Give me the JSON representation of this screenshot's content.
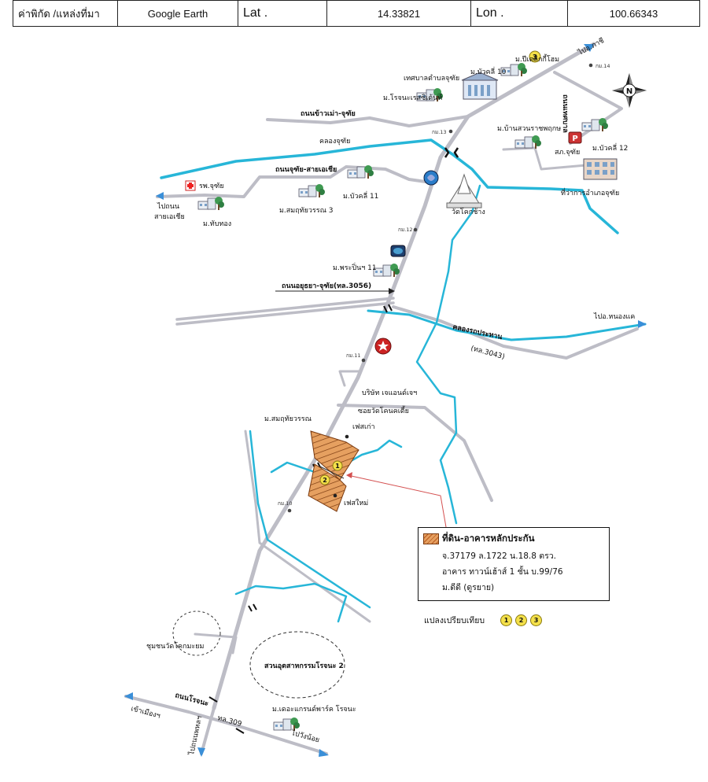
{
  "header": {
    "coords_label": "ค่าพิกัด /แหล่งที่มา",
    "source": "Google Earth",
    "lat_label": "Lat .",
    "lat_value": "14.33821",
    "lon_label": "Lon .",
    "lon_value": "100.66343"
  },
  "roads": {
    "chao_mao": "ถนนข้าวเม่า-จุฑัย",
    "chuthai_asia": "ถนนจุฑัย-สายเอเชีย",
    "ayutthaya": "ถนนอยุธยา-จุฑัย(ทล.3056)",
    "tessaban": "ถนนเทศบาล",
    "rojana": "ถนนโรจนะ",
    "rojana_no": "ทล.309",
    "canal_route_no": "(ทล.3043)"
  },
  "canals": {
    "chuthai": "คลองจุฑัย",
    "rot_prathan": "คลองรถประทาน"
  },
  "directions": {
    "to_phachi": "ไปอ.ภาชี",
    "to_nongkhae": "ไปอ.หนองแค",
    "to_asia_1": "ไปถนน",
    "to_asia_2": "สายเอเชีย",
    "to_city": "เข้าเมืองฯ",
    "to_phahon": "ไปถนนพหลฯ",
    "to_wangnoi": "ไปวังน้อย"
  },
  "places": {
    "m_12_top": "ม.ปีเตลิกกี้โฮม",
    "m_bua_10": "ม.บัวคลี่ 10",
    "tessaban_office": "เทศบาลตำบลจุฑัย",
    "rojana_residence": "ม.โรจนะเรสซิเด้นท์",
    "ban_suan": "ม.บ้านสวนราชพฤกษ",
    "police": "สภ.จุฑัย",
    "m_bua_12": "ม.บัวคลี่ 12",
    "district_office": "ที่ว่าการอำเภอจุฑัย",
    "hospital": "รพ.จุฑัย",
    "m_bua_11": "ม.บัวคลี่ 11",
    "m_somchai_3": "ม.สมฤทัยวรรณ 3",
    "m_thapthong": "ม.ทับทอง",
    "wat": "วัดโคกช้าง",
    "m_phrapin": "ม.พระปิ่นฯ 11",
    "company": "บริษัท เจแอนด์เจฯ",
    "soi_wat": "ซอยวัดโคนคเตี้ย",
    "m_somchai": "ม.สมฤทัยวรรณ",
    "phase_old": "เฟสเก่า",
    "phase_new": "เฟสใหม่",
    "community": "ชุมชนวัดโคกมะยม",
    "park": "สวนอุตสาหกรรมโรจนะ 2",
    "grand_park": "ม.เดอะแกรนด์พาร์ค โรจนะ"
  },
  "km_markers": [
    "กม.14",
    "กม.13",
    "กม.12",
    "กม.11",
    "กม.10"
  ],
  "compass": "N",
  "legend": {
    "title": "ที่ดิน-อาคารหลักประกัน",
    "line1": "จ.37179 ล.1722 น.18.8 ตรว.",
    "line2": "อาคาร ทาวน์เฮ้าส์ 1 ชั้น บ.99/76",
    "line3": "ม.ดีดี (ดูรยาย)"
  },
  "compare": {
    "label": "แปลงเปรียบเทียบ",
    "numbers": [
      "1",
      "2",
      "3"
    ]
  },
  "colors": {
    "road": "#bdbdc6",
    "canal": "#27b6d8",
    "subject": "#e6a060"
  }
}
